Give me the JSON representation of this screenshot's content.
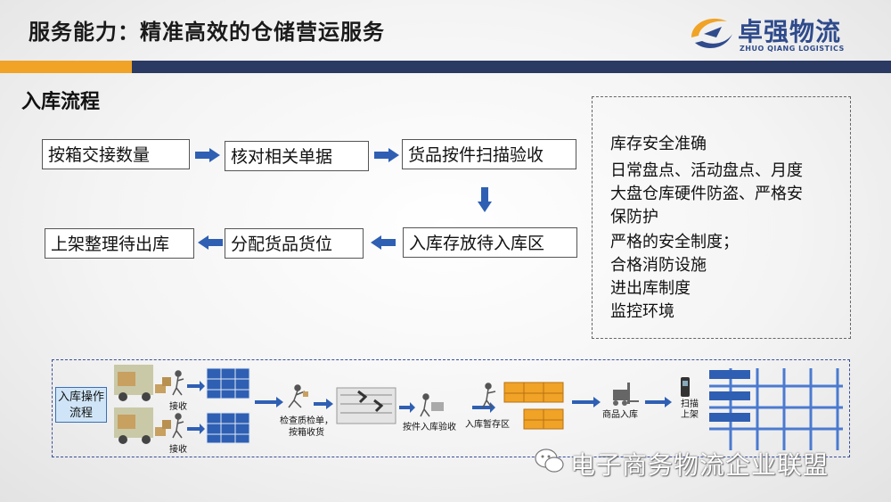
{
  "header": {
    "title": "服务能力：精准高效的仓储营运服务",
    "logo_cn": "卓强物流",
    "logo_en": "ZHUO QIANG LOGISTICS",
    "colors": {
      "bar_dark": "#2b3a62",
      "bar_gold": "#f0a326",
      "logo_blue": "#2f4b8c"
    }
  },
  "section_title": "入库流程",
  "flow_steps": [
    "按箱交接数量",
    "核对相关单据",
    "货品按件扫描验收",
    "入库存放待入库区",
    "分配货品货位",
    "上架整理待出库"
  ],
  "info_lines": [
    "库存安全准确",
    "日常盘点、活动盘点、月度",
    "大盘仓库硬件防盗、严格安",
    "保防护",
    "严格的安全制度；",
    "合格消防设施",
    "进出库制度",
    "监控环境"
  ],
  "diagram": {
    "label": "入库操作流程",
    "captions": {
      "receive_top": "接收",
      "receive_bottom": "接收",
      "inspect": "检查质检单，按箱收货",
      "scan_check": "按件入库验收",
      "staging": "入库暂存区",
      "goods_in": "商品入库",
      "scan_shelve": "扫描上架"
    },
    "colors": {
      "arrow": "#2f5fb3",
      "pallet": "#f0a326",
      "rack": "#4b7ad0"
    }
  },
  "watermark": "电子商务物流企业联盟"
}
